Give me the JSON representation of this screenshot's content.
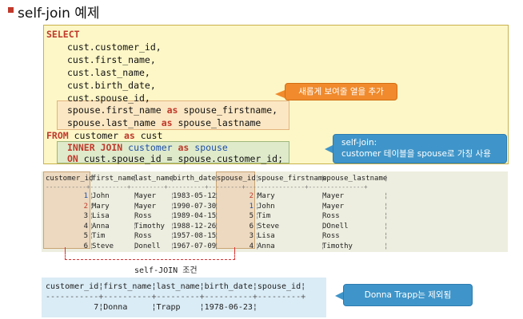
{
  "title": "self-join 예제",
  "sql": {
    "kw_select": "SELECT",
    "col1": "cust.customer_id,",
    "col2": "cust.first_name,",
    "col3": "cust.last_name,",
    "col4": "cust.birth_date,",
    "col5": "cust.spouse_id,",
    "col6a": "spouse.first_name ",
    "kw_as1": "as",
    "col6b": " spouse_firstname,",
    "col7a": "spouse.last_name ",
    "kw_as2": "as",
    "col7b": " spouse_lastname",
    "kw_from": "FROM",
    "from_table": " customer ",
    "kw_as3": "as",
    "from_alias": " cust",
    "kw_join": "INNER JOIN",
    "join_table": " customer ",
    "kw_as4": "as",
    "join_alias": " spouse",
    "kw_on": "ON",
    "on_cond": " cust.spouse_id = spouse.customer_id;"
  },
  "callouts": {
    "new_columns": "새롭게 보여줄 열을 추가",
    "self_join_line1": "self-join:",
    "self_join_line2": "customer 테이블을 spouse로 가칭 사용",
    "excluded": "Donna Trapp는 제외됨"
  },
  "result": {
    "headers": [
      "customer_id",
      "first_name",
      "last_name",
      "birth_date",
      "spouse_id",
      "spouse_firstname",
      "spouse_lastname"
    ],
    "rows": [
      {
        "customer_id": "1",
        "first_name": "John",
        "last_name": "Mayer",
        "birth_date": "1983-05-12",
        "spouse_id": "2",
        "spouse_firstname": "Mary",
        "spouse_lastname": "Mayer"
      },
      {
        "customer_id": "2",
        "first_name": "Mary",
        "last_name": "Mayer",
        "birth_date": "1990-07-30",
        "spouse_id": "1",
        "spouse_firstname": "John",
        "spouse_lastname": "Mayer"
      },
      {
        "customer_id": "3",
        "first_name": "Lisa",
        "last_name": "Ross",
        "birth_date": "1989-04-15",
        "spouse_id": "5",
        "spouse_firstname": "Tim",
        "spouse_lastname": "Ross"
      },
      {
        "customer_id": "4",
        "first_name": "Anna",
        "last_name": "Timothy",
        "birth_date": "1988-12-26",
        "spouse_id": "6",
        "spouse_firstname": "Steve",
        "spouse_lastname": "DOnell"
      },
      {
        "customer_id": "5",
        "first_name": "Tim",
        "last_name": "Ross",
        "birth_date": "1957-08-15",
        "spouse_id": "3",
        "spouse_firstname": "Lisa",
        "spouse_lastname": "Ross"
      },
      {
        "customer_id": "6",
        "first_name": "Steve",
        "last_name": "Donell",
        "birth_date": "1967-07-09",
        "spouse_id": "4",
        "spouse_firstname": "Anna",
        "spouse_lastname": "Timothy"
      }
    ]
  },
  "join_condition_label": "self-JOIN 조건",
  "bottom_table": {
    "header": "customer_id¦first_name¦last_name¦birth_date¦spouse_id¦",
    "separator": "-----------+----------+---------+----------+---------+",
    "row": "          7¦Donna     ¦Trapp    ¦1978-06-23¦"
  }
}
